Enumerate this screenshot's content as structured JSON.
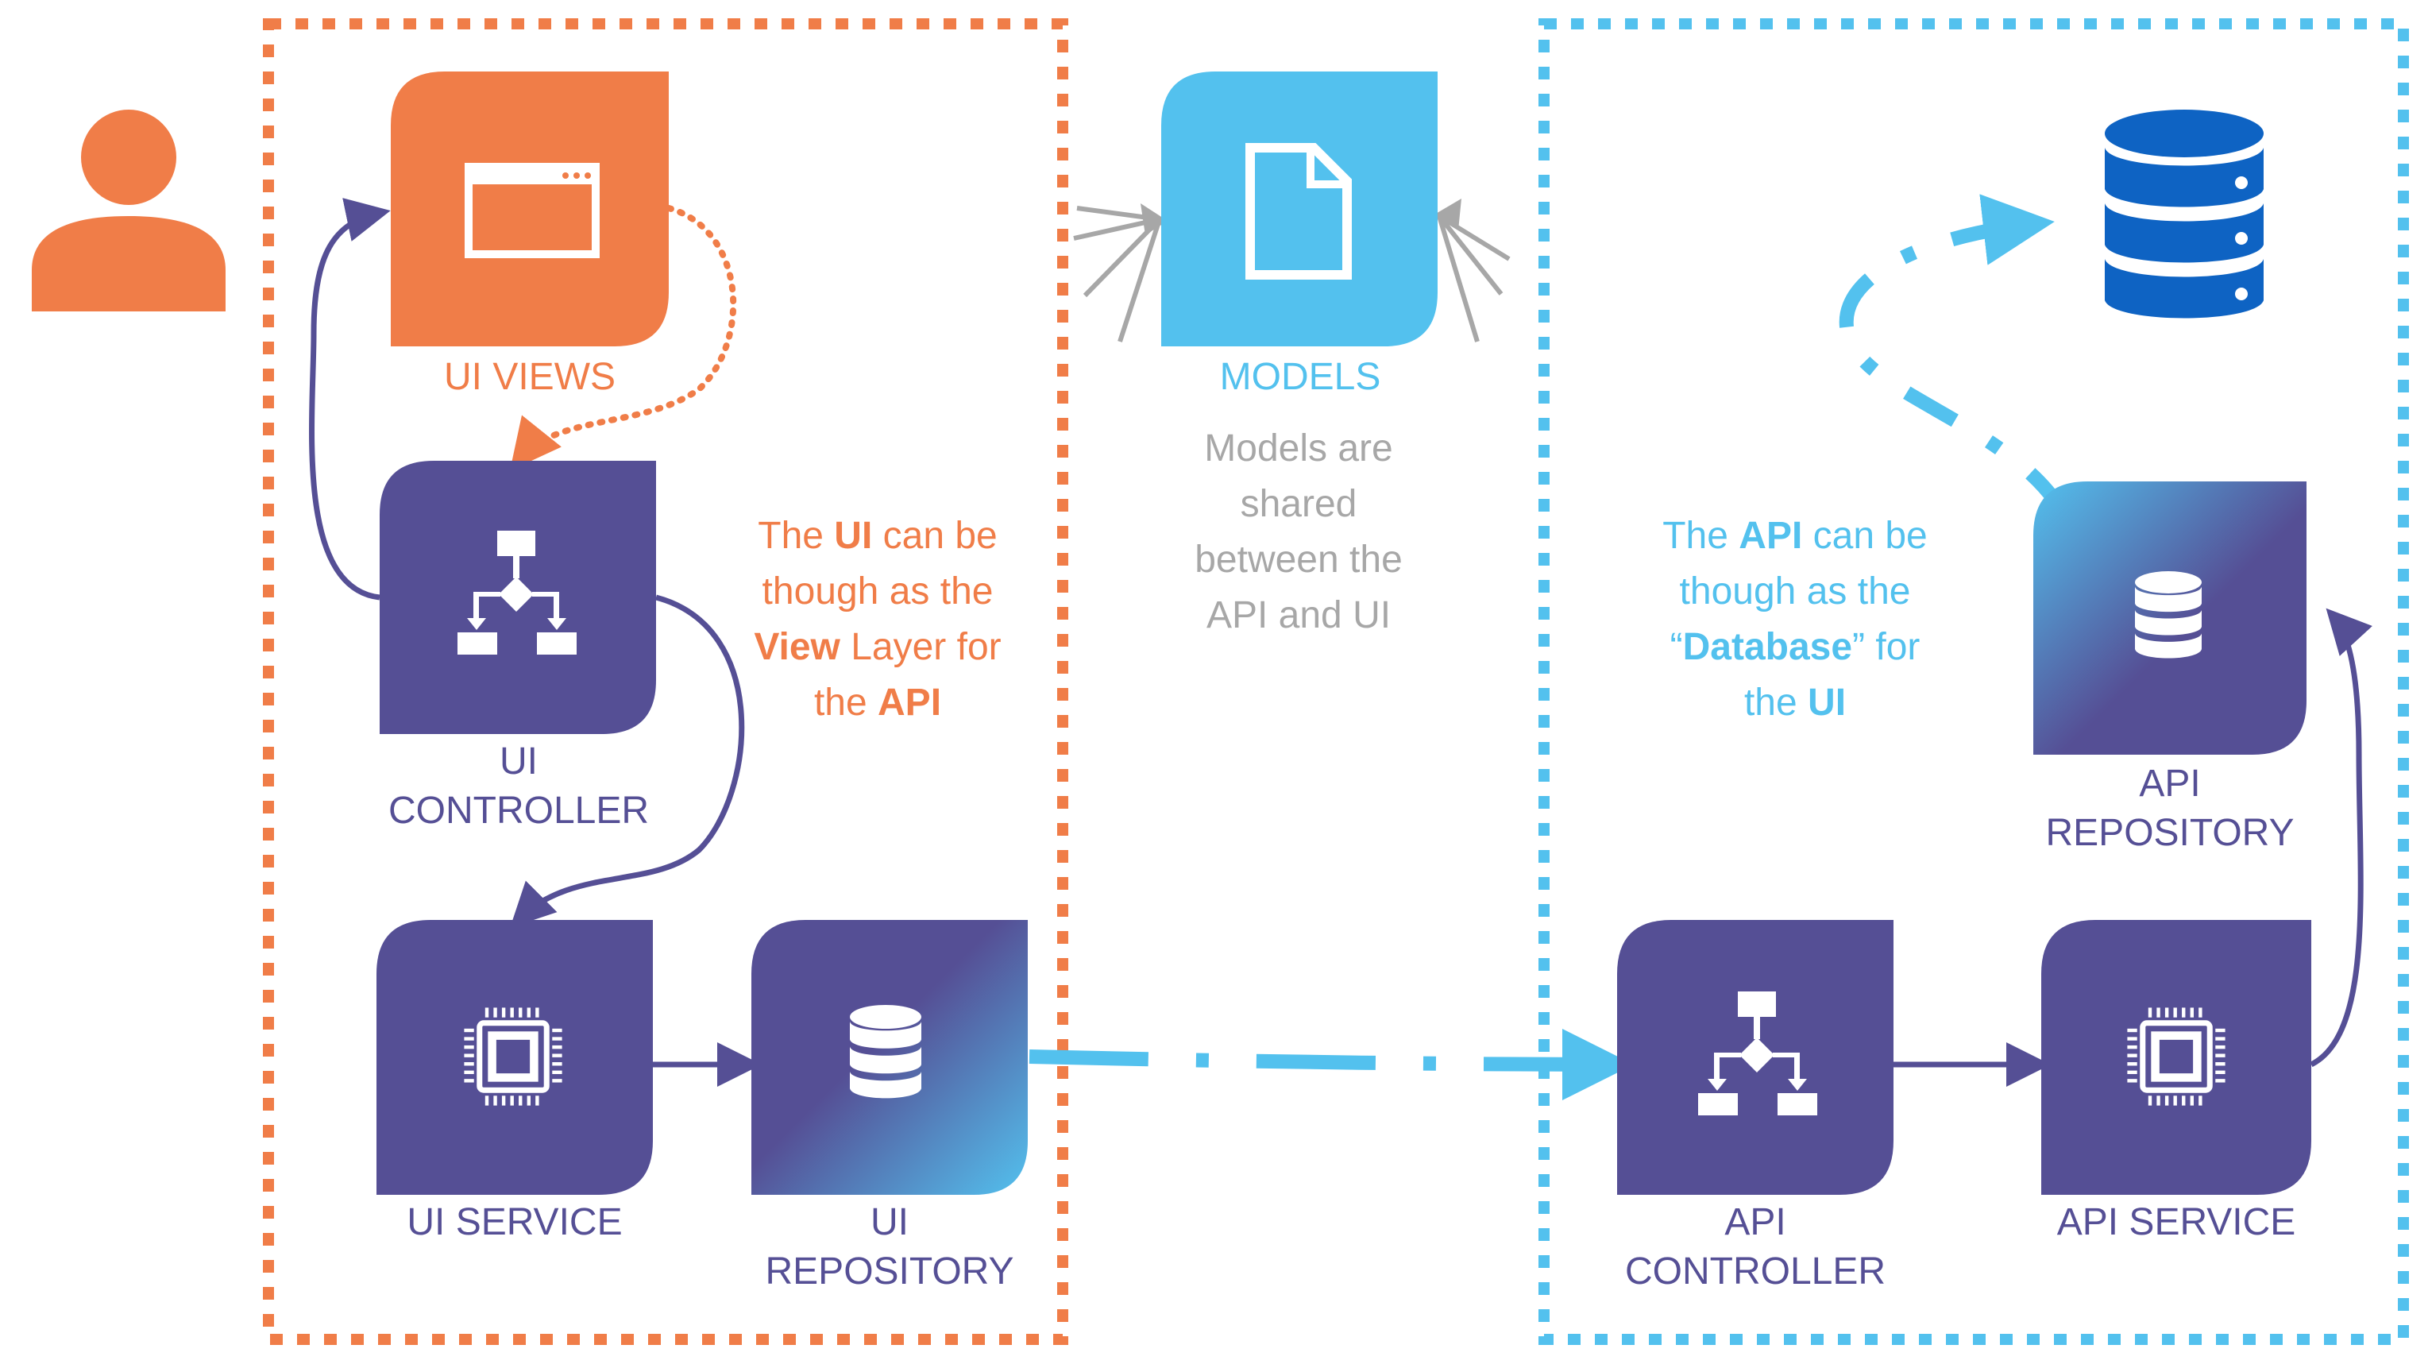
{
  "colors": {
    "orange": "#F07D48",
    "purple": "#554F95",
    "light_blue": "#53C1EE",
    "db_blue": "#0E63C3",
    "gray": "#A7A7A7"
  },
  "labels": {
    "ui_views": "UI VIEWS",
    "ui_controller_1": "UI",
    "ui_controller_2": "CONTROLLER",
    "ui_service": "UI SERVICE",
    "ui_repository_1": "UI",
    "ui_repository_2": "REPOSITORY",
    "models": "MODELS",
    "api_controller_1": "API",
    "api_controller_2": "CONTROLLER",
    "api_service": "API SERVICE",
    "api_repository_1": "API",
    "api_repository_2": "REPOSITORY"
  },
  "models_note": [
    "Models are",
    "shared",
    "between the",
    "API and UI"
  ],
  "ui_note": {
    "l1_a": "The ",
    "l1_b": "UI",
    "l1_c": " can be",
    "l2": "though as the",
    "l3_a": "View",
    "l3_b": " Layer for",
    "l4_a": "the ",
    "l4_b": "API"
  },
  "api_note": {
    "l1_a": "The ",
    "l1_b": "API",
    "l1_c": " can be",
    "l2": "though as the",
    "l3_a": "“",
    "l3_b": "Database",
    "l3_c": "” for",
    "l4_a": "the ",
    "l4_b": "UI"
  },
  "icons": {
    "user": "user-icon",
    "browser": "browser-window-icon",
    "flowchart": "flowchart-icon",
    "chip": "cpu-chip-icon",
    "database": "database-icon",
    "document": "document-icon"
  }
}
